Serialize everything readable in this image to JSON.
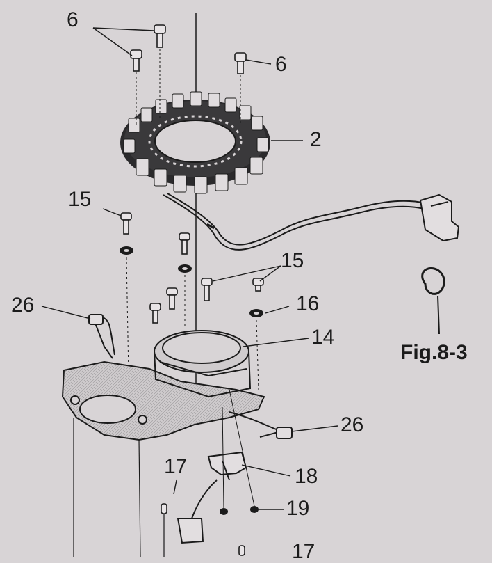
{
  "callouts": {
    "bolt_top": "6",
    "bolt_right": "6",
    "stator": "2",
    "bolt_upper": "15",
    "bolt_middle": "15",
    "washer": "16",
    "wire_left": "26",
    "pulser_base": "14",
    "wire_right": "26",
    "pin_left": "17",
    "bracket": "18",
    "screw": "19",
    "pin_bottom": "17"
  },
  "figure_ref": "Fig.8-3",
  "colors": {
    "paper": "#d8d4d6",
    "ink": "#1b1b1b"
  }
}
